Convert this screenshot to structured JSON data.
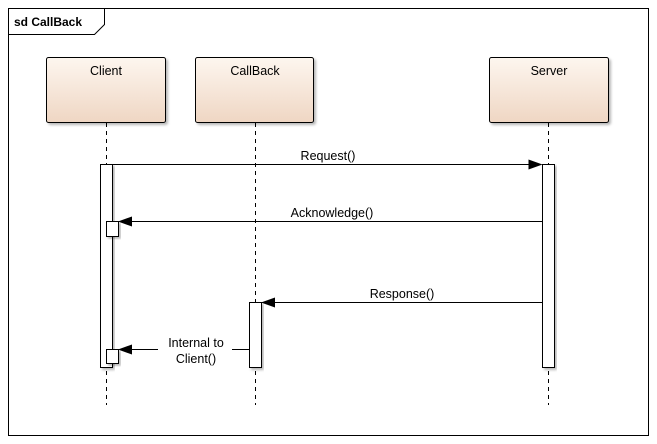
{
  "diagram": {
    "frame_label": "sd CallBack",
    "lifelines": {
      "client": "Client",
      "callback": "CallBack",
      "server": "Server"
    },
    "messages": {
      "request": "Request()",
      "acknowledge": "Acknowledge()",
      "response": "Response()",
      "internal_line1": "Internal to",
      "internal_line2": "Client()"
    },
    "colors": {
      "frame_border": "#000000",
      "head_fill_top": "#fbf0e6",
      "head_fill_bottom": "#f1d9c6",
      "activation_fill": "#ffffff",
      "line": "#000000"
    }
  }
}
